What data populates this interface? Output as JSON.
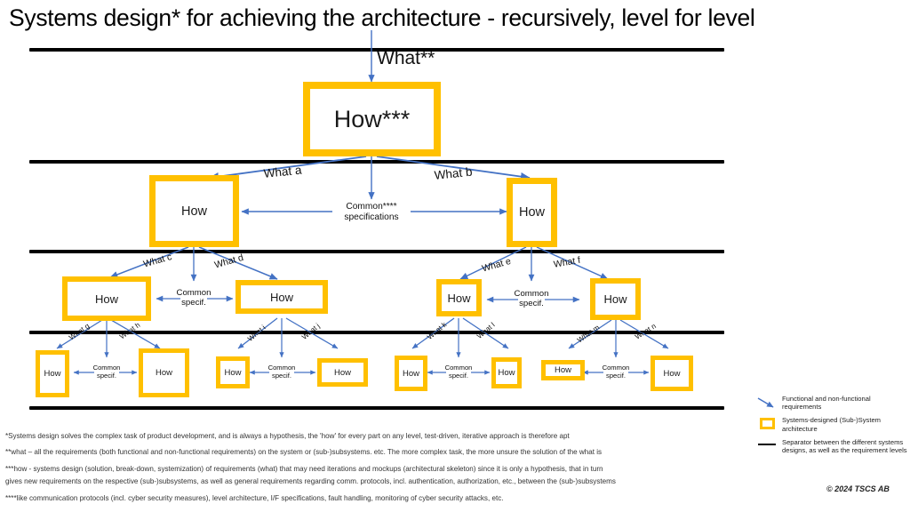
{
  "page": {
    "title": "Systems design* for achieving the architecture - recursively, level for level",
    "copyright": "© 2024 TSCS AB"
  },
  "diagram": {
    "top_input_label": "What**",
    "root": {
      "label": "How***"
    },
    "level2": {
      "left": {
        "label": "How"
      },
      "right": {
        "label": "How"
      },
      "edge_left": "What a",
      "edge_right": "What b",
      "common": "Common**** specifications",
      "common_line1": "Common****",
      "common_line2": "specifications"
    },
    "level3": [
      {
        "label": "How"
      },
      {
        "label": "How"
      },
      {
        "label": "How"
      },
      {
        "label": "How"
      }
    ],
    "level3_edges": [
      "What c",
      "What d",
      "What e",
      "What f"
    ],
    "level3_commons": [
      "Common specif.",
      "Common specif."
    ],
    "level4": [
      {
        "label": "How"
      },
      {
        "label": "How"
      },
      {
        "label": "How"
      },
      {
        "label": "How"
      },
      {
        "label": "How"
      },
      {
        "label": "How"
      },
      {
        "label": "How"
      },
      {
        "label": "How"
      }
    ],
    "level4_edges": [
      "What g",
      "What h",
      "What i",
      "What j",
      "What k",
      "What l",
      "What m",
      "What n"
    ],
    "level4_commons": [
      "Common specif.",
      "Common specif.",
      "Common specif.",
      "Common specif."
    ],
    "common_word": "Common",
    "specif_word": "specif."
  },
  "legend": {
    "items": [
      {
        "icon": "arrow-icon",
        "text": "Functional and non-functional requirements"
      },
      {
        "icon": "gold-square-icon",
        "text": "Systems-designed (Sub-)System architecture"
      },
      {
        "icon": "black-line-icon",
        "text": "Separator between the different systems designs, as well as the requirement levels"
      }
    ]
  },
  "footnotes": {
    "one": "*Systems design solves the complex task of product development,  and is always a hypothesis, the 'how' for every part on any level, test-driven, iterative approach is therefore apt",
    "two": "**what – all the requirements (both functional and non-functional requirements) on the system or (sub-)subsystems. etc. The more complex task, the  more unsure the solution of the what is",
    "three_a": "***how - systems design (solution, break-down, systemization) of requirements (what) that may need iterations and mockups (architectural skeleton) since it is only a hypothesis, that in turn",
    "three_b": "gives new requirements on the respective (sub-)subsystems, as well as general requirements regarding comm. protocols, incl. authentication, authorization, etc., between  the (sub-)subsystems",
    "four": "****like communication protocols (incl. cyber security measures), level architecture, I/F specifications, fault handling, monitoring of cyber security attacks, etc."
  },
  "colors": {
    "gold": "#FFC000",
    "arrow_blue": "#4472C4",
    "separator": "#000000"
  }
}
